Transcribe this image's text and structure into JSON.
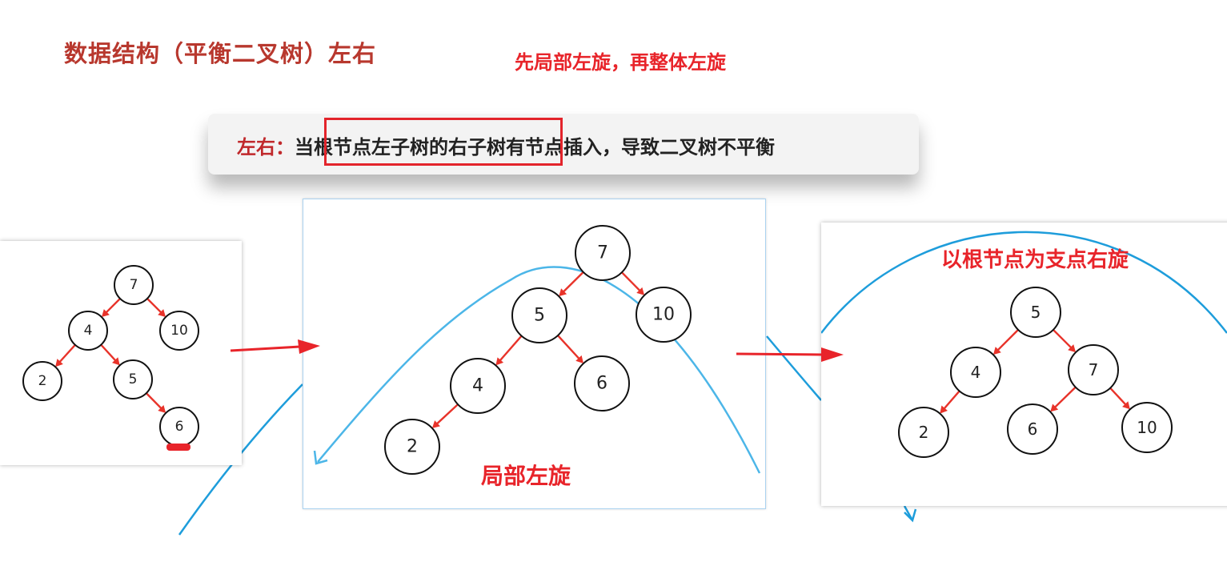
{
  "title": "数据结构（平衡二叉树）左右",
  "subtitle": "先局部左旋，再整体左旋",
  "banner": {
    "label": "左右：",
    "text": "当根节点左子树的右子树有节点插入，导致二叉树不平衡"
  },
  "left_tree": {
    "nodes": [
      {
        "id": "n7",
        "label": "7"
      },
      {
        "id": "n4",
        "label": "4"
      },
      {
        "id": "n10",
        "label": "10"
      },
      {
        "id": "n2",
        "label": "2"
      },
      {
        "id": "n5",
        "label": "5"
      },
      {
        "id": "n6",
        "label": "6"
      }
    ],
    "edges": [
      [
        "n7",
        "n4"
      ],
      [
        "n7",
        "n10"
      ],
      [
        "n4",
        "n2"
      ],
      [
        "n4",
        "n5"
      ],
      [
        "n5",
        "n6"
      ]
    ]
  },
  "mid_tree": {
    "caption": "局部左旋",
    "nodes": [
      {
        "id": "n7",
        "label": "7"
      },
      {
        "id": "n5",
        "label": "5"
      },
      {
        "id": "n10",
        "label": "10"
      },
      {
        "id": "n4",
        "label": "4"
      },
      {
        "id": "n6",
        "label": "6"
      },
      {
        "id": "n2",
        "label": "2"
      }
    ],
    "edges": [
      [
        "n7",
        "n5"
      ],
      [
        "n7",
        "n10"
      ],
      [
        "n5",
        "n4"
      ],
      [
        "n5",
        "n6"
      ],
      [
        "n4",
        "n2"
      ]
    ]
  },
  "right_tree": {
    "caption": "以根节点为支点右旋",
    "nodes": [
      {
        "id": "n5",
        "label": "5"
      },
      {
        "id": "n4",
        "label": "4"
      },
      {
        "id": "n7",
        "label": "7"
      },
      {
        "id": "n2",
        "label": "2"
      },
      {
        "id": "n6",
        "label": "6"
      },
      {
        "id": "n10",
        "label": "10"
      }
    ],
    "edges": [
      [
        "n5",
        "n4"
      ],
      [
        "n5",
        "n7"
      ],
      [
        "n4",
        "n2"
      ],
      [
        "n7",
        "n6"
      ],
      [
        "n7",
        "n10"
      ]
    ]
  },
  "colors": {
    "title": "#b8382e",
    "accent_red": "#e8242a",
    "edge": "#e8332a",
    "curve_blue": "#1e9ddb"
  }
}
